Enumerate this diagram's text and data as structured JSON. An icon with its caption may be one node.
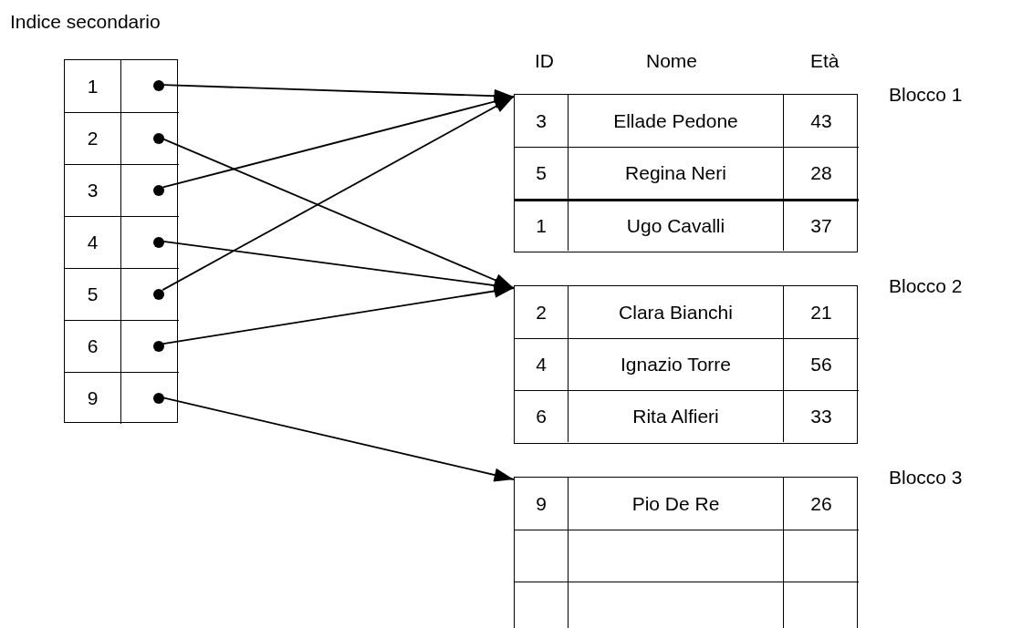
{
  "diagram": {
    "nodes": [
      {
        "text": [
          "Indice secondario"
        ]
      },
      {
        "text": [
          "1"
        ],
        "in": 0
      },
      {
        "text": [],
        "shape": "circle",
        "in": 1
      },
      {
        "text": [
          "2"
        ],
        "in": 0
      },
      {
        "text": [],
        "shape": "circle",
        "in": 3
      },
      {
        "text": [
          "3"
        ],
        "in": 0
      },
      {
        "text": [],
        "shape": "circle",
        "in": 5
      },
      {
        "text": [
          "4"
        ],
        "in": 0
      },
      {
        "text": [],
        "shape": "circle",
        "in": 7
      },
      {
        "text": [
          "5"
        ],
        "in": 0
      },
      {
        "text": [],
        "shape": "circle",
        "in": 9
      },
      {
        "text": [
          "6"
        ],
        "in": 0
      },
      {
        "text": [],
        "shape": "circle",
        "in": 11
      },
      {
        "text": [
          "9"
        ],
        "in": 0
      },
      {
        "text": [],
        "shape": "circle",
        "in": 13
      },
      {
        "text": [
          "Blocco 1"
        ]
      },
      {
        "text": [
          "3",
          "Ellade Pedone",
          "43"
        ],
        "in": 15
      },
      {
        "text": [
          "5",
          "Regina Neri",
          "28"
        ],
        "in": 15
      },
      {
        "text": [
          "1",
          "Ugo Cavalli",
          "37"
        ],
        "in": 15
      },
      {
        "text": [
          "Blocco 2"
        ]
      },
      {
        "text": [
          "2",
          "Clara Bianchi",
          "21"
        ],
        "in": 19
      },
      {
        "text": [
          "4",
          "Ignazio Torre",
          "56"
        ],
        "in": 19
      },
      {
        "text": [
          "6",
          "Rita Alfieri",
          "33"
        ],
        "in": 19
      },
      {
        "text": [
          "Blocco 3"
        ]
      },
      {
        "text": [
          "9",
          "Pio De Re",
          "26"
        ],
        "in": 23
      },
      {
        "text": [],
        "shape": "box",
        "in": 23
      },
      {
        "text": [],
        "shape": "box",
        "in": 23
      }
    ],
    "edges": [
      {
        "from": 2,
        "to": 15,
        "arrow": "to"
      },
      {
        "from": 4,
        "to": 19,
        "arrow": "to"
      },
      {
        "from": 6,
        "to": 15,
        "arrow": "to"
      },
      {
        "from": 8,
        "to": 19,
        "arrow": "to"
      },
      {
        "from": 10,
        "to": 15,
        "arrow": "to"
      },
      {
        "from": 12,
        "to": 19,
        "arrow": "to"
      },
      {
        "from": 14,
        "to": 23,
        "arrow": "to"
      }
    ],
    "labels": [
      "ID",
      "Nome",
      "Età"
    ]
  }
}
